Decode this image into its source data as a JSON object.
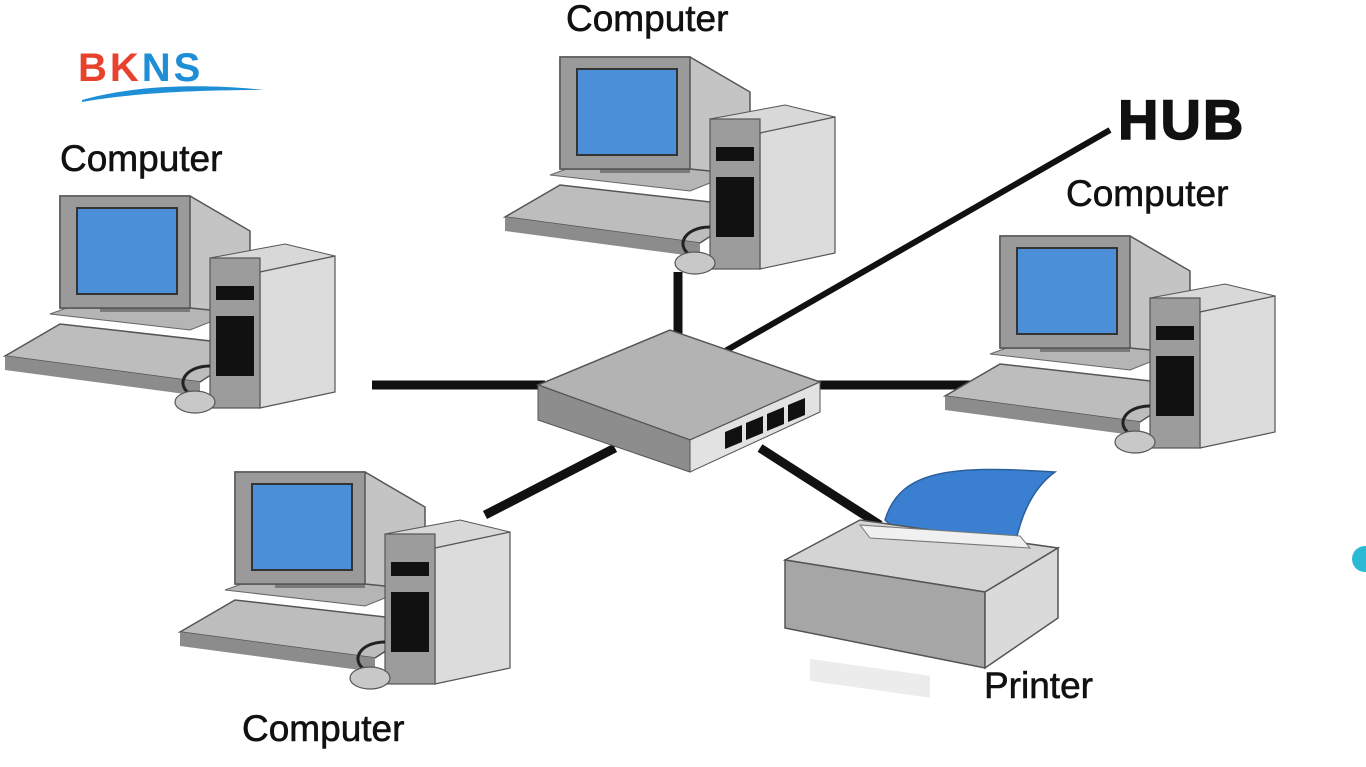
{
  "logo": {
    "part_a": "BK",
    "part_b": "NS",
    "color_a": "#e8412c",
    "color_b": "#1e8fd6"
  },
  "diagram": {
    "hub_label": "HUB",
    "node_labels": {
      "top": "Computer",
      "left": "Computer",
      "right": "Computer",
      "bottom_left": "Computer",
      "printer": "Printer"
    }
  },
  "colors": {
    "screen": "#4a8fd8",
    "device_gray": "#a9a9a9",
    "cable": "#111111",
    "paper": "#3b7fd0",
    "accent_dot": "#2bbad6"
  }
}
